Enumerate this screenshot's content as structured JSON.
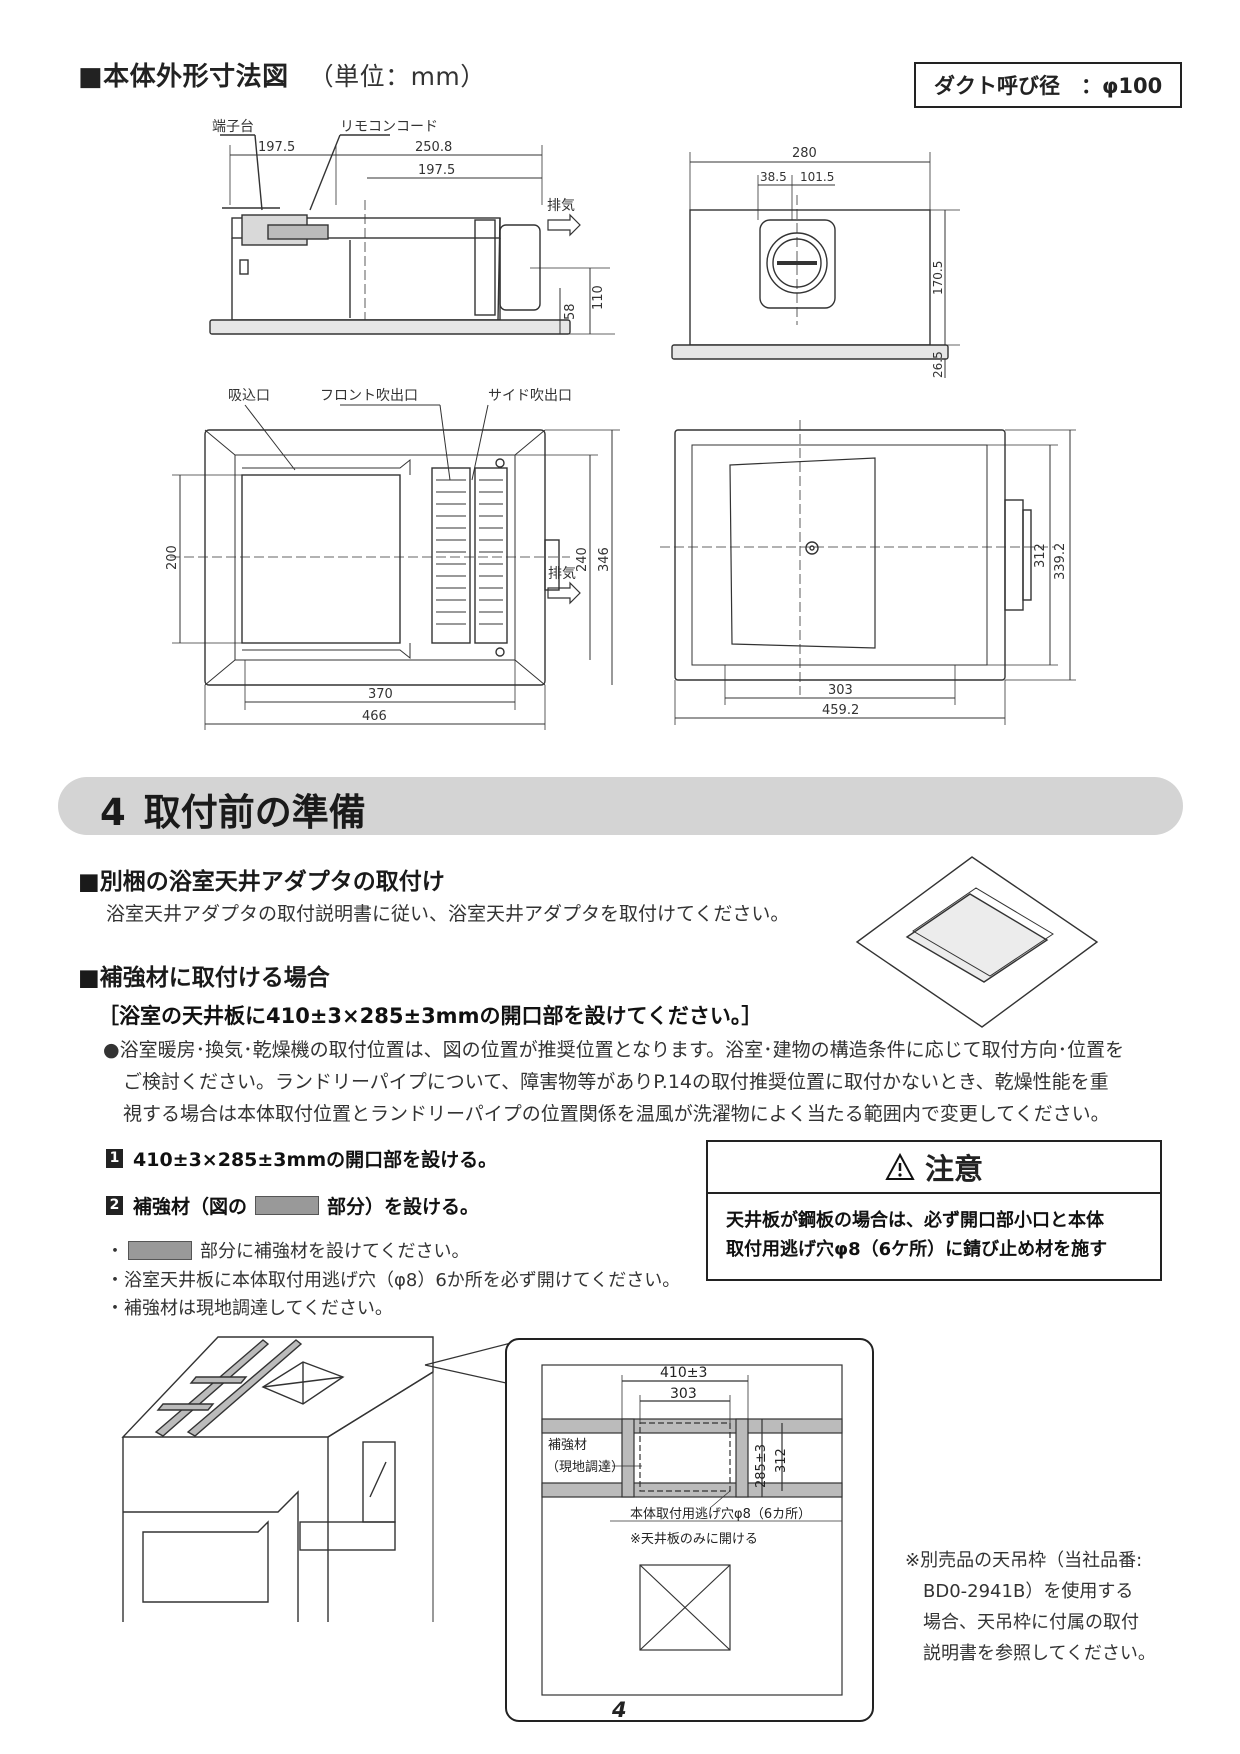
{
  "header": {
    "title": "■本体外形寸法図",
    "unit": "（単位：mm）",
    "duct": "ダクト呼び径　：φ100"
  },
  "side_view": {
    "label_terminal": "端子台",
    "label_remote": "リモコンコード",
    "dim_197_5_top": "197.5",
    "dim_250_8": "250.8",
    "dim_197_5": "197.5",
    "exhaust": "排気",
    "dim_110": "110",
    "dim_58": "58"
  },
  "front_view": {
    "dim_280": "280",
    "dim_38_5": "38.5",
    "dim_101_5": "101.5",
    "dim_170_5": "170.5",
    "dim_26_5": "26.5"
  },
  "bottom_view": {
    "label_intake": "吸込口",
    "label_front_out": "フロント吹出口",
    "label_side_out": "サイド吹出口",
    "dim_200": "200",
    "dim_240": "240",
    "dim_346": "346",
    "exhaust": "排気",
    "dim_370": "370",
    "dim_466": "466"
  },
  "top_view": {
    "dim_312": "312",
    "dim_339_2": "339.2",
    "dim_303": "303",
    "dim_459_2": "459.2"
  },
  "section": {
    "number": "4",
    "title": "取付前の準備"
  },
  "adapter": {
    "heading": "■別梱の浴室天井アダプタの取付け",
    "text": "浴室天井アダプタの取付説明書に従い、浴室天井アダプタを取付けてください。"
  },
  "reinforce": {
    "heading": "■補強材に取付ける場合",
    "bracket": "［浴室の天井板に410±3×285±3mmの開口部を設けてください。］",
    "bullet_1": "●浴室暖房･換気･乾燥機の取付位置は、図の位置が推奨位置となります。浴室･建物の構造条件に応じて取付方向･位置を",
    "bullet_2": "ご検討ください。ランドリーパイプについて、障害物等がありP.14の取付推奨位置に取付かないとき、乾燥性能を重",
    "bullet_3": "視する場合は本体取付位置とランドリーパイプの位置関係を温風が洗濯物によく当たる範囲内で変更してください。",
    "step1_num": "1",
    "step1": "410±3×285±3mmの開口部を設ける。",
    "step2_num": "2",
    "step2_a": "補強材（図の",
    "step2_b": "部分）を設ける。",
    "note1_dot": "・",
    "note1": "部分に補強材を設けてください。",
    "note2": "・浴室天井板に本体取付用逃げ穴（φ8）6か所を必ず開けてください。",
    "note3": "・補強材は現地調達してください。"
  },
  "caution": {
    "title": "注意",
    "line1": "天井板が鋼板の場合は、必ず開口部小口と本体",
    "line2": "取付用逃げ穴φ8（6ケ所）に錆び止め材を施す"
  },
  "detail": {
    "dim_410": "410±3",
    "dim_303": "303",
    "label_reinforce": "補強材",
    "label_local": "（現地調達）",
    "dim_285": "285±3",
    "dim_312": "312",
    "hole_label": "本体取付用逃げ穴φ8（6カ所）",
    "hole_note": "※天井板のみに開ける"
  },
  "side_note": {
    "line1": "※別売品の天吊枠（当社品番:",
    "line2": "BD0-2941B）を使用する",
    "line3": "場合、天吊枠に付属の取付",
    "line4": "説明書を参照してください。"
  },
  "page": {
    "number": "4"
  }
}
